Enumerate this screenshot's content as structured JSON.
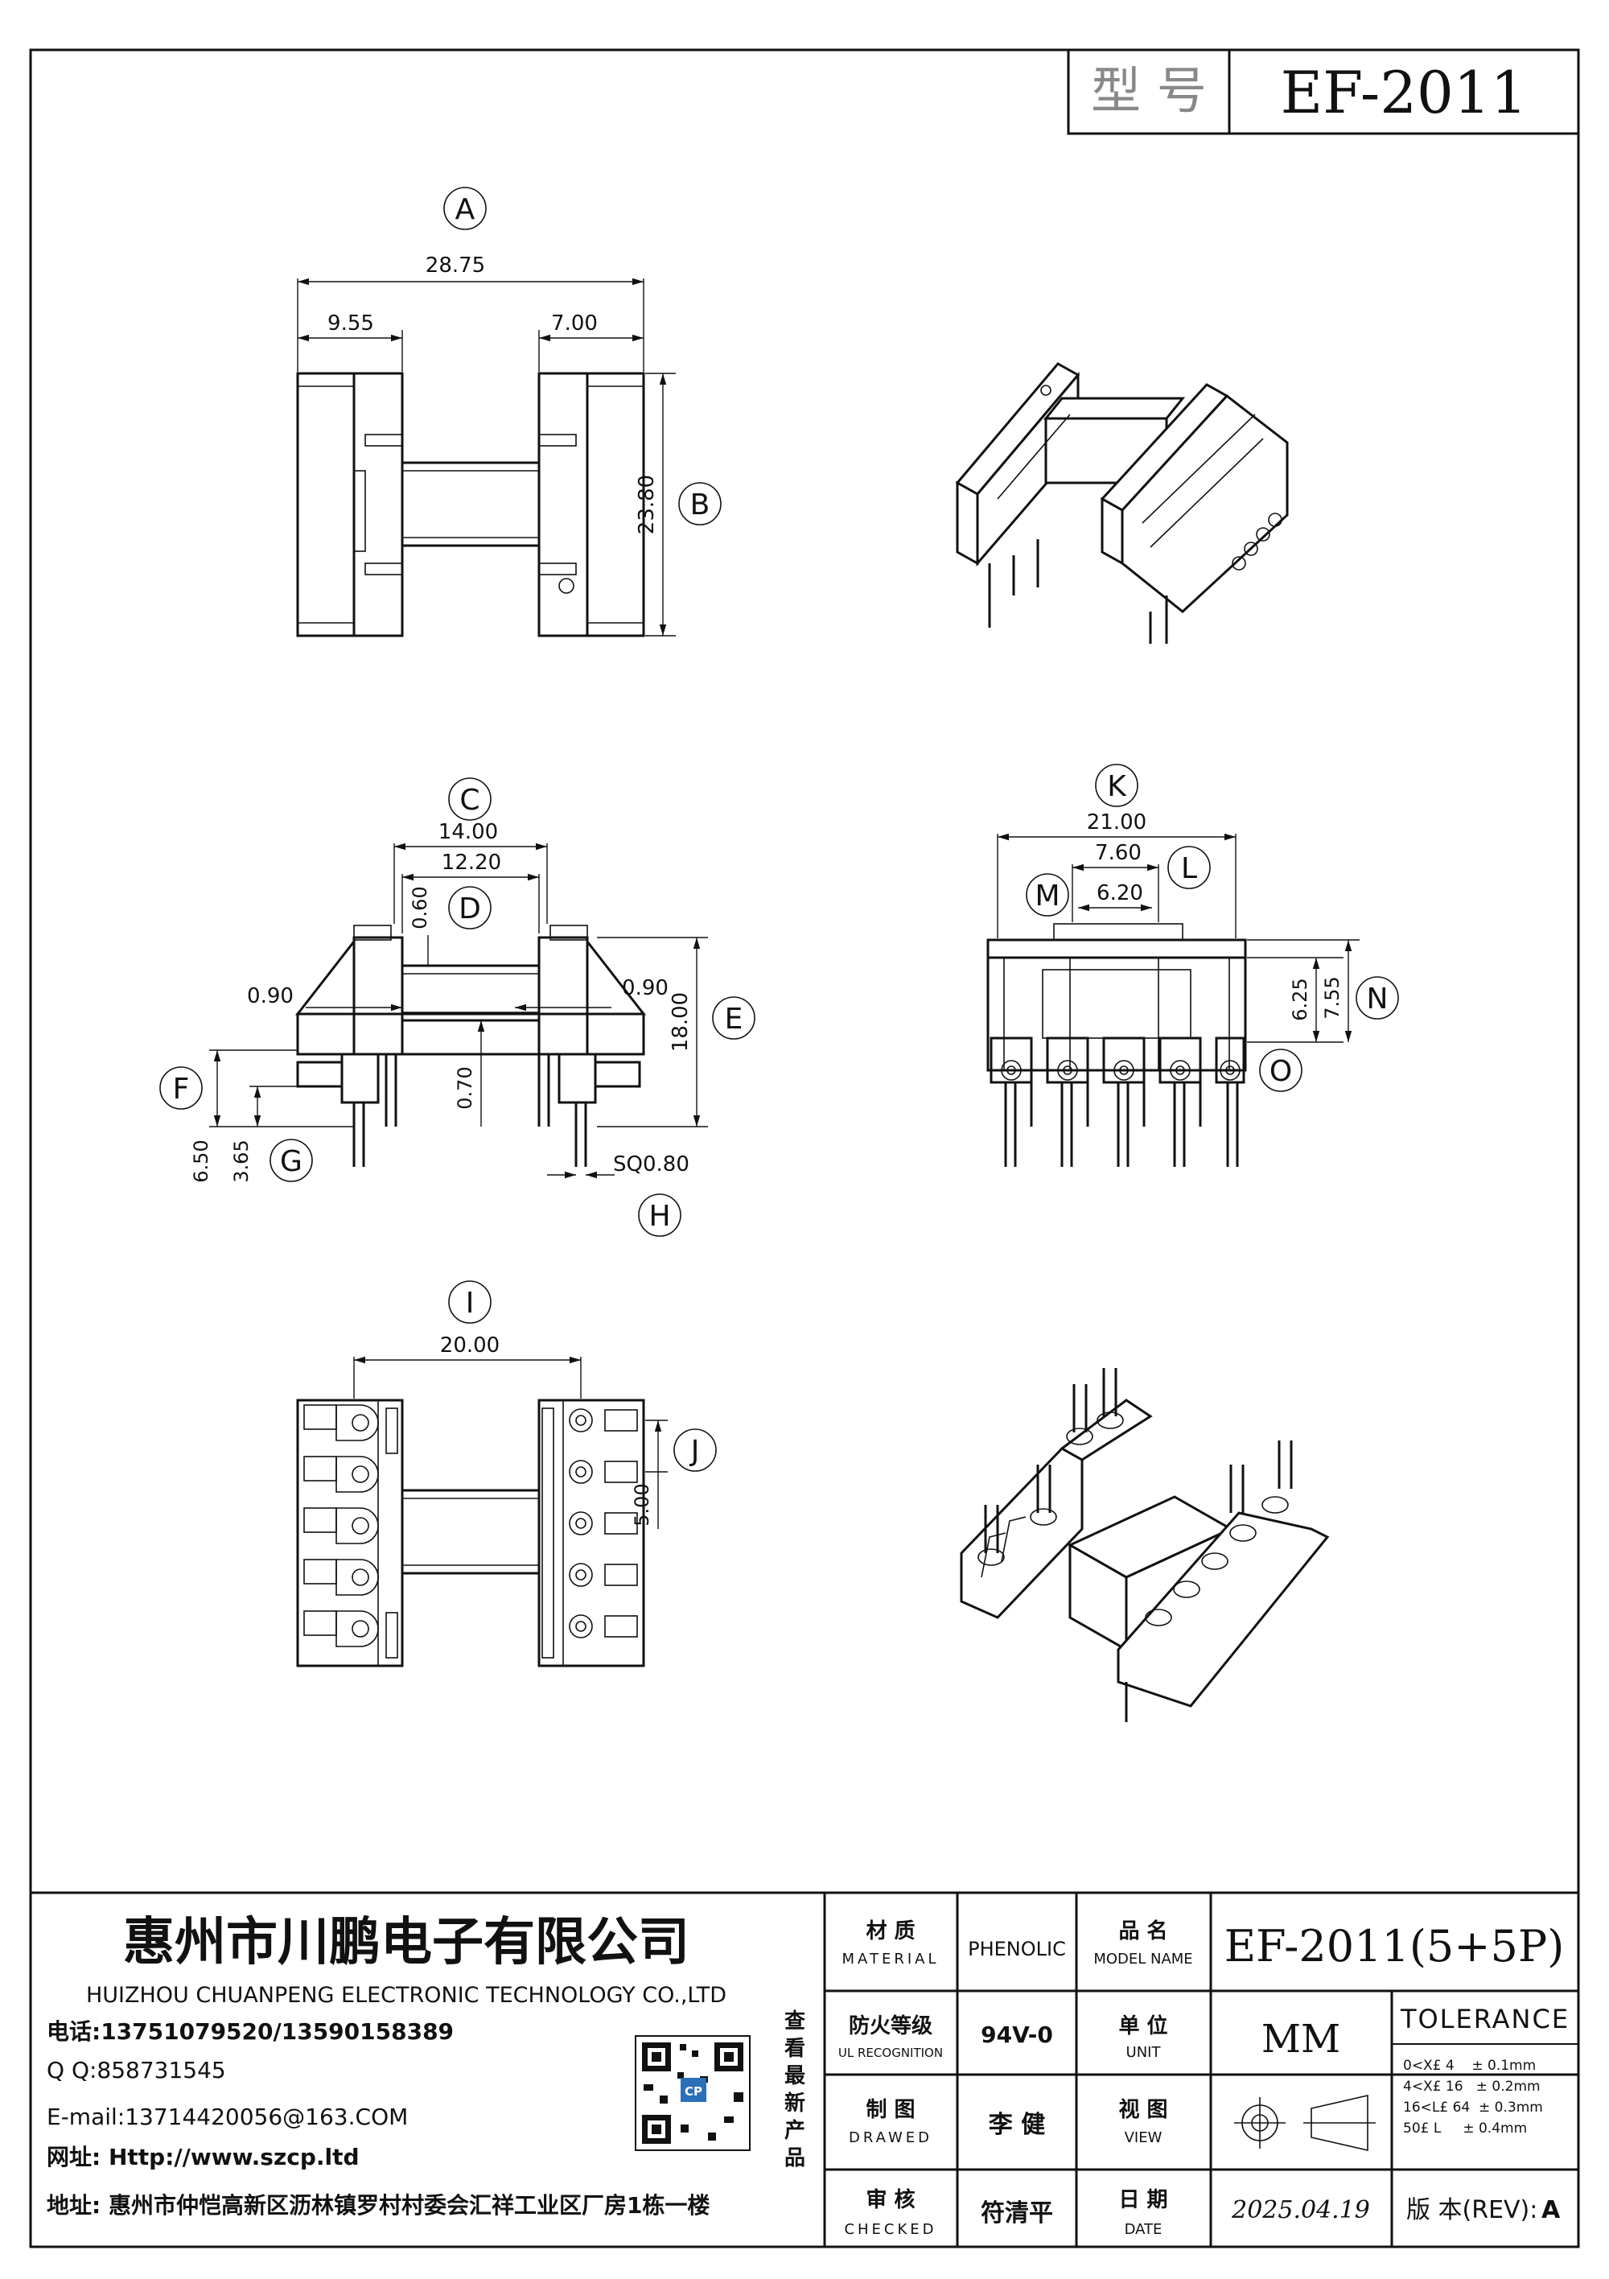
{
  "header": {
    "model_label": "型 号",
    "model_value": "EF-2011"
  },
  "views": {
    "top": {
      "label_a": "A",
      "label_b": "B",
      "d_total": "28.75",
      "d_left": "9.55",
      "d_right": "7.00",
      "d_height": "23.80"
    },
    "front": {
      "label_c": "C",
      "label_d": "D",
      "label_e": "E",
      "label_f": "F",
      "label_g": "G",
      "label_h": "H",
      "d_14": "14.00",
      "d_1220": "12.20",
      "d_060": "0.60",
      "d_090l": "0.90",
      "d_090r": "0.90",
      "d_18": "18.00",
      "d_070": "0.70",
      "d_650": "6.50",
      "d_365": "3.65",
      "d_sq": "SQ0.80"
    },
    "side": {
      "label_k": "K",
      "label_l": "L",
      "label_m": "M",
      "label_n": "N",
      "label_o": "O",
      "d_21": "21.00",
      "d_760": "7.60",
      "d_620": "6.20",
      "d_625": "6.25",
      "d_755": "7.55"
    },
    "bottom": {
      "label_i": "I",
      "label_j": "J",
      "d_20": "20.00",
      "d_5": "5.00"
    }
  },
  "title_block": {
    "company_cn": "惠州市川鹏电子有限公司",
    "company_en": "HUIZHOU CHUANPENG ELECTRONIC TECHNOLOGY CO.,LTD",
    "phone": "电话:13751079520/13590158389",
    "qq": "Q Q:858731545",
    "email": "E-mail:13714420056@163.COM",
    "website": "网址: Http://www.szcp.ltd",
    "address": "地址: 惠州市仲恺高新区沥林镇罗村村委会汇祥工业区厂房1栋一楼",
    "qr_caption": "查看最新产品",
    "qr_logo": "CP",
    "material_cn": "材 质",
    "material_en": "MATERIAL",
    "material_value": "PHENOLIC",
    "fire_cn": "防火等级",
    "fire_en": "UL RECOGNITION",
    "fire_value": "94V-0",
    "drawn_cn": "制 图",
    "drawn_en": "DRAWED",
    "drawn_value": "李 健",
    "checked_cn": "审 核",
    "checked_en": "CHECKED",
    "checked_value": "符清平",
    "model_cn": "品 名",
    "model_en": "MODEL NAME",
    "model_value": "EF-2011(5+5P)",
    "unit_cn": "单 位",
    "unit_en": "UNIT",
    "unit_value": "MM",
    "view_cn": "视 图",
    "view_en": "VIEW",
    "date_cn": "日 期",
    "date_en": "DATE",
    "date_value": "2025.04.19",
    "tolerance_title": "TOLERANCE",
    "tol_1": "0<X£ 4    ± 0.1mm",
    "tol_2": "4<X£ 16   ± 0.2mm",
    "tol_3": "16<L£ 64  ± 0.3mm",
    "tol_4": "50£ L     ± 0.4mm",
    "rev_label": "版 本(REV):",
    "rev_value": "A"
  }
}
